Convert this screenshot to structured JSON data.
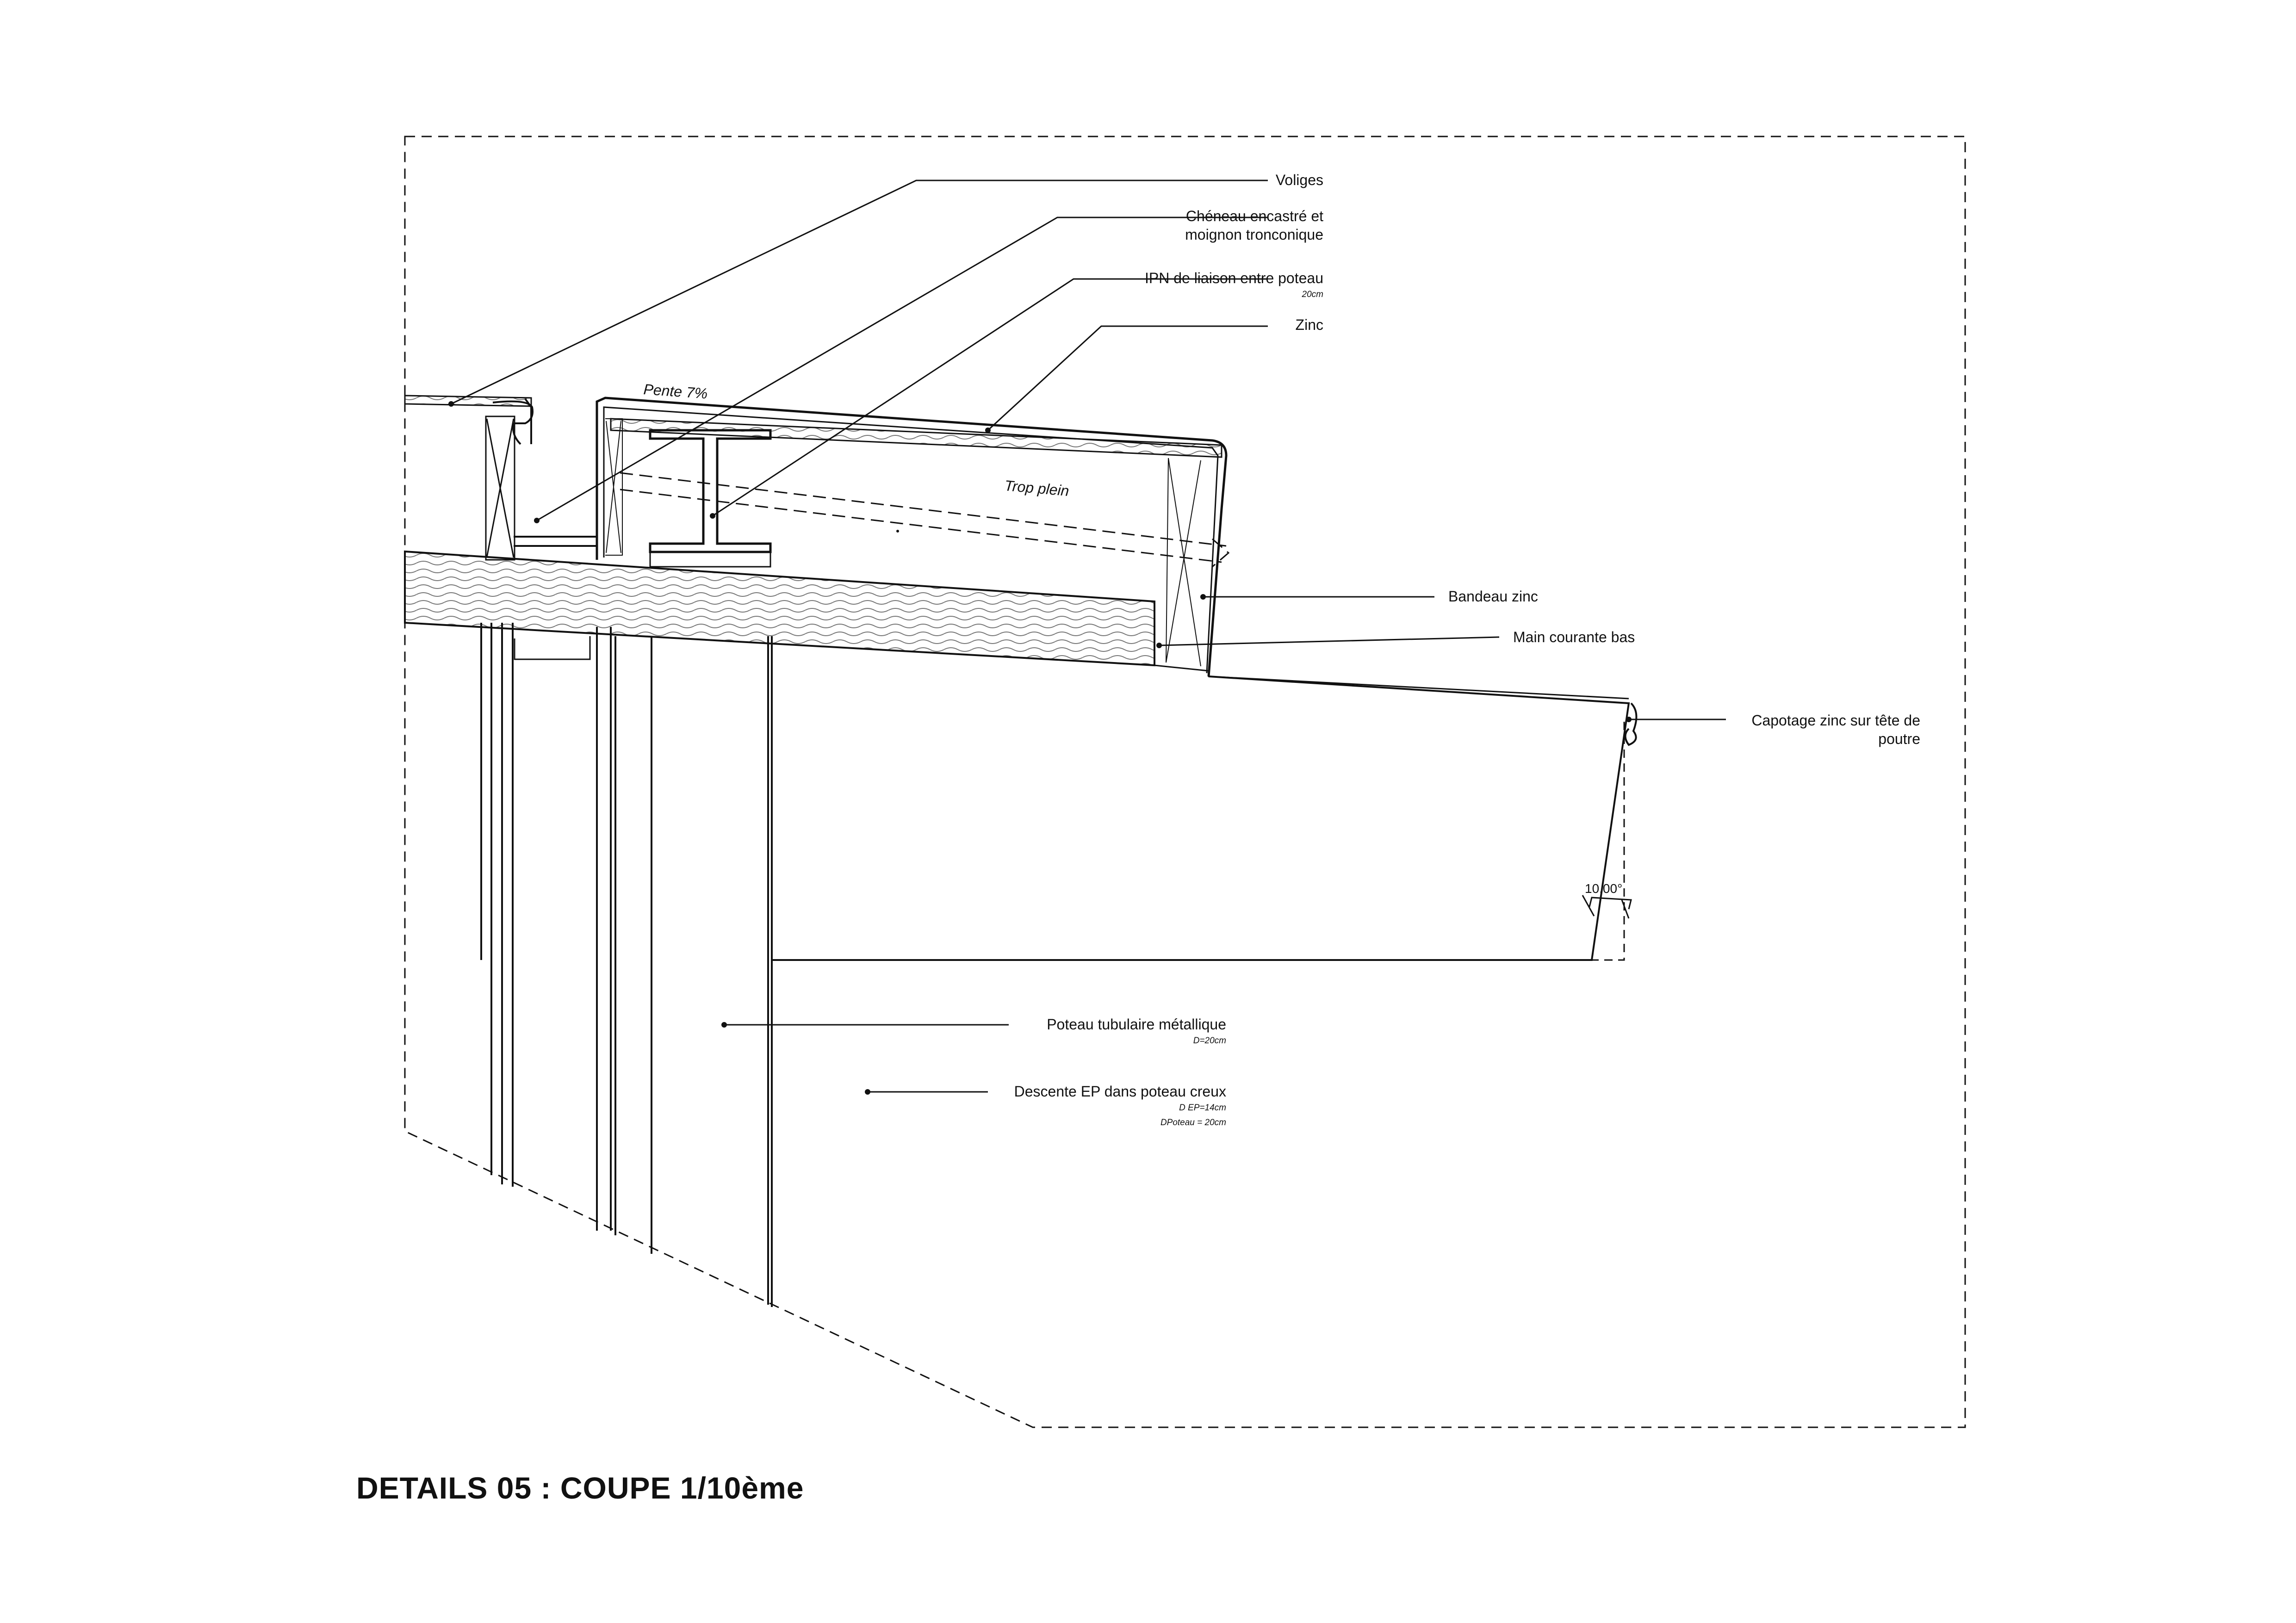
{
  "drawing_title": "DETAILS 05 : COUPE 1/10ème",
  "labels": {
    "voliges": "Voliges",
    "cheneau_line1": "Chéneau encastré et",
    "cheneau_line2": "moignon tronconique",
    "ipn": "IPN de liaison entre poteau",
    "ipn_sub": "20cm",
    "zinc": "Zinc",
    "bandeau": "Bandeau zinc",
    "main_courante": "Main courante bas",
    "capotage_line1": "Capotage zinc sur tête de",
    "capotage_line2": "poutre",
    "poteau": "Poteau tubulaire métallique",
    "poteau_sub": "D=20cm",
    "descente": "Descente EP dans poteau creux",
    "descente_sub1": "D EP=14cm",
    "descente_sub2": "DPoteau = 20cm"
  },
  "annotations": {
    "pente": "Pente 7%",
    "trop_plein": "Trop plein",
    "angle": "10.00°"
  }
}
